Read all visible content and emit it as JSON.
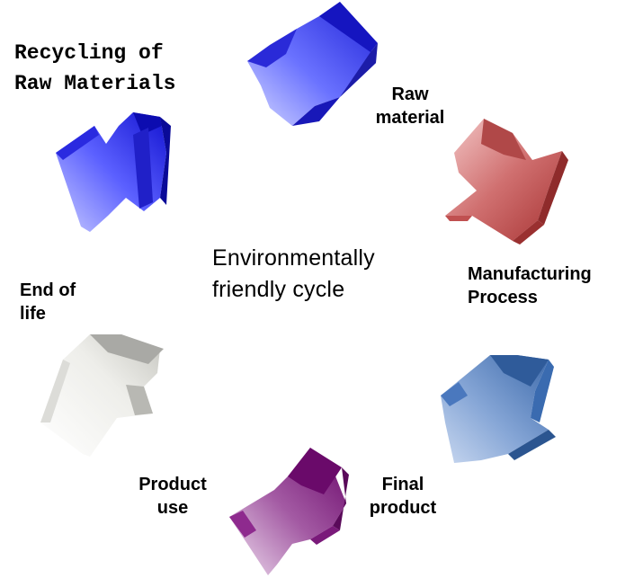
{
  "diagram": {
    "title": "Recycling of\nRaw Materials",
    "center_text": "Environmentally\nfriendly cycle",
    "stages": [
      {
        "id": "raw-material",
        "label": "Raw\nmaterial",
        "color": "#2a2ae0"
      },
      {
        "id": "manufacturing-process",
        "label": "Manufacturing\nProcess",
        "color": "#b44040"
      },
      {
        "id": "final-product",
        "label": "Final\nproduct",
        "color": "#3f6fb5"
      },
      {
        "id": "product-use",
        "label": "Product\nuse",
        "color": "#7e127e"
      },
      {
        "id": "end-of-life",
        "label": "End of\nlife",
        "color": "#c9c9c3"
      },
      {
        "id": "recycling",
        "label": "",
        "color": "#1a1ae6"
      }
    ]
  }
}
